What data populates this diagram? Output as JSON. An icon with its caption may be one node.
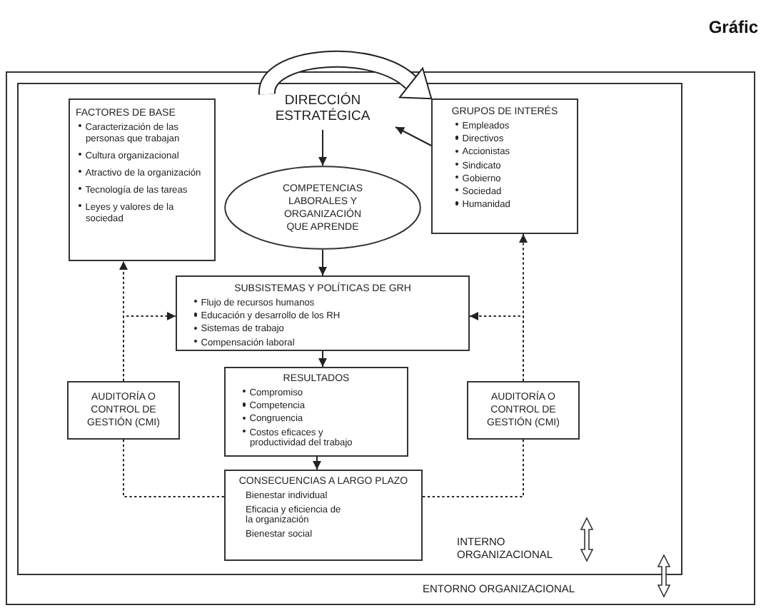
{
  "diagram": {
    "nodes": [
      {
        "text": [
          "ENTORNO ORGANIZACIONAL"
        ]
      },
      {
        "text": [
          "INTERNO ORGANIZACIONAL"
        ],
        "in": 0
      },
      {
        "text": [
          "FACTORES DE BASE",
          "Caracterización de las personas que trabajan",
          "Cultura organizacional",
          "Atractivo de la organización",
          "Tecnología de las tareas",
          "Leyes y valores de la sociedad"
        ],
        "in": 1
      },
      {
        "text": [
          "DIRECCIÓN ESTRATÉGICA"
        ],
        "in": 1
      },
      {
        "text": [
          "GRUPOS DE INTERÉS",
          "Empleados",
          "Directivos",
          "Accionistas",
          "Sindicato",
          "Gobierno",
          "Sociedad",
          "Humanidad"
        ],
        "in": 1
      },
      {
        "text": [
          "COMPETENCIAS LABORALES Y ORGANIZACIÓN QUE APRENDE"
        ],
        "in": 1
      },
      {
        "text": [
          "SUBSISTEMAS Y POLÍTICAS DE GRH",
          "Flujo de recursos humanos",
          "Educación y desarrollo de los RH",
          "Sistemas de trabajo",
          "Compensación laboral"
        ],
        "in": 1
      },
      {
        "text": [
          "AUDITORÍA O CONTROL DE GESTIÓN (CMI)"
        ],
        "in": 1
      },
      {
        "text": [
          "RESULTADOS",
          "Compromiso",
          "Competencia",
          "Congruencia",
          "Costos eficaces y productividad del trabajo"
        ],
        "in": 1
      },
      {
        "text": [
          "AUDITORÍA O CONTROL DE GESTIÓN (CMI)"
        ],
        "in": 1
      },
      {
        "text": [
          "CONSECUENCIAS A LARGO PLAZO",
          "Bienestar individual",
          "Eficacia y eficiencia de la organización",
          "Bienestar social"
        ],
        "in": 1
      }
    ],
    "edges": [
      {
        "from": 3,
        "to": 4,
        "arrow": "to",
        "style": "thick"
      },
      {
        "from": 4,
        "to": 3,
        "arrow": "to"
      },
      {
        "from": 3,
        "to": 5,
        "arrow": "to"
      },
      {
        "from": 5,
        "to": 6,
        "arrow": "to"
      },
      {
        "from": 6,
        "to": 8,
        "arrow": "to"
      },
      {
        "from": 8,
        "to": 10,
        "arrow": "to"
      },
      {
        "from": 7,
        "to": 2,
        "arrow": "to",
        "style": "dashed"
      },
      {
        "from": 7,
        "to": 6,
        "arrow": "to",
        "style": "dashed"
      },
      {
        "from": 9,
        "to": 4,
        "arrow": "to",
        "style": "dashed"
      },
      {
        "from": 9,
        "to": 6,
        "arrow": "to",
        "style": "dashed"
      },
      {
        "from": 7,
        "to": 10,
        "arrow": "none",
        "style": "dashed"
      },
      {
        "from": 9,
        "to": 10,
        "arrow": "none",
        "style": "dashed"
      }
    ],
    "labels": [
      "Gráfic"
    ]
  }
}
